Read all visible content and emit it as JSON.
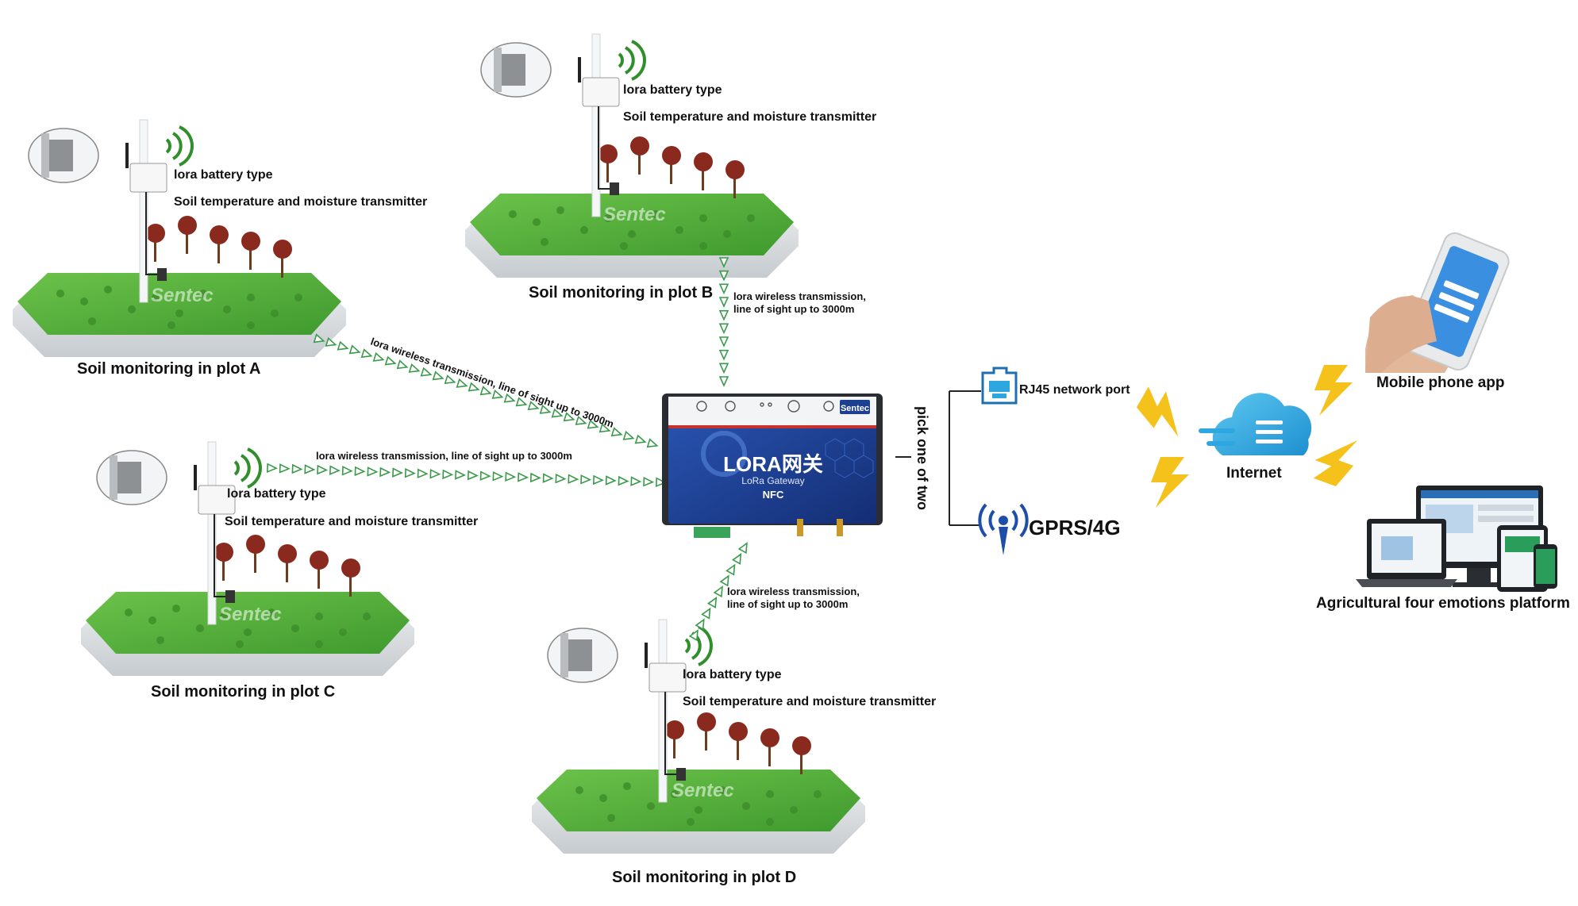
{
  "plots": [
    {
      "id": "a",
      "title": "Soil monitoring in plot A",
      "device_type": "lora battery type",
      "device_name": "Soil temperature and moisture transmitter"
    },
    {
      "id": "b",
      "title": "Soil monitoring in plot B",
      "device_type": "lora battery type",
      "device_name": "Soil temperature and moisture transmitter"
    },
    {
      "id": "c",
      "title": "Soil monitoring in plot C",
      "device_type": "lora battery type",
      "device_name": "Soil temperature and moisture transmitter"
    },
    {
      "id": "d",
      "title": "Soil monitoring in plot D",
      "device_type": "lora battery type",
      "device_name": "Soil temperature and moisture transmitter"
    }
  ],
  "transmission": {
    "a": "lora wireless transmission, line of sight up to 3000m",
    "b1": "lora wireless transmission,",
    "b2": "line of sight up to 3000m",
    "c": "lora wireless transmission, line of sight up to 3000m",
    "d1": "lora wireless transmission,",
    "d2": "line of sight up to 3000m"
  },
  "gateway": {
    "main": "LORA网关",
    "sub": "LoRa Gateway",
    "nfc": "NFC",
    "brand": "Sentec"
  },
  "choice_label": "pick one of two",
  "rj45_label": "RJ45 network port",
  "gprs_label": "GPRS/4G",
  "internet_label": "Internet",
  "mobile_label": "Mobile phone app",
  "platform_label": "Agricultural four emotions platform",
  "watermark": "Sentec",
  "colors": {
    "grass": "#4fae3a",
    "base": "#d9dde0",
    "gateway_blue": "#1d3f8f",
    "arrow_green": "#3a9a4a",
    "signal_green": "#2f8f2a",
    "bolt_yellow": "#f5c21b",
    "cloud_blue": "#2ea6df"
  }
}
